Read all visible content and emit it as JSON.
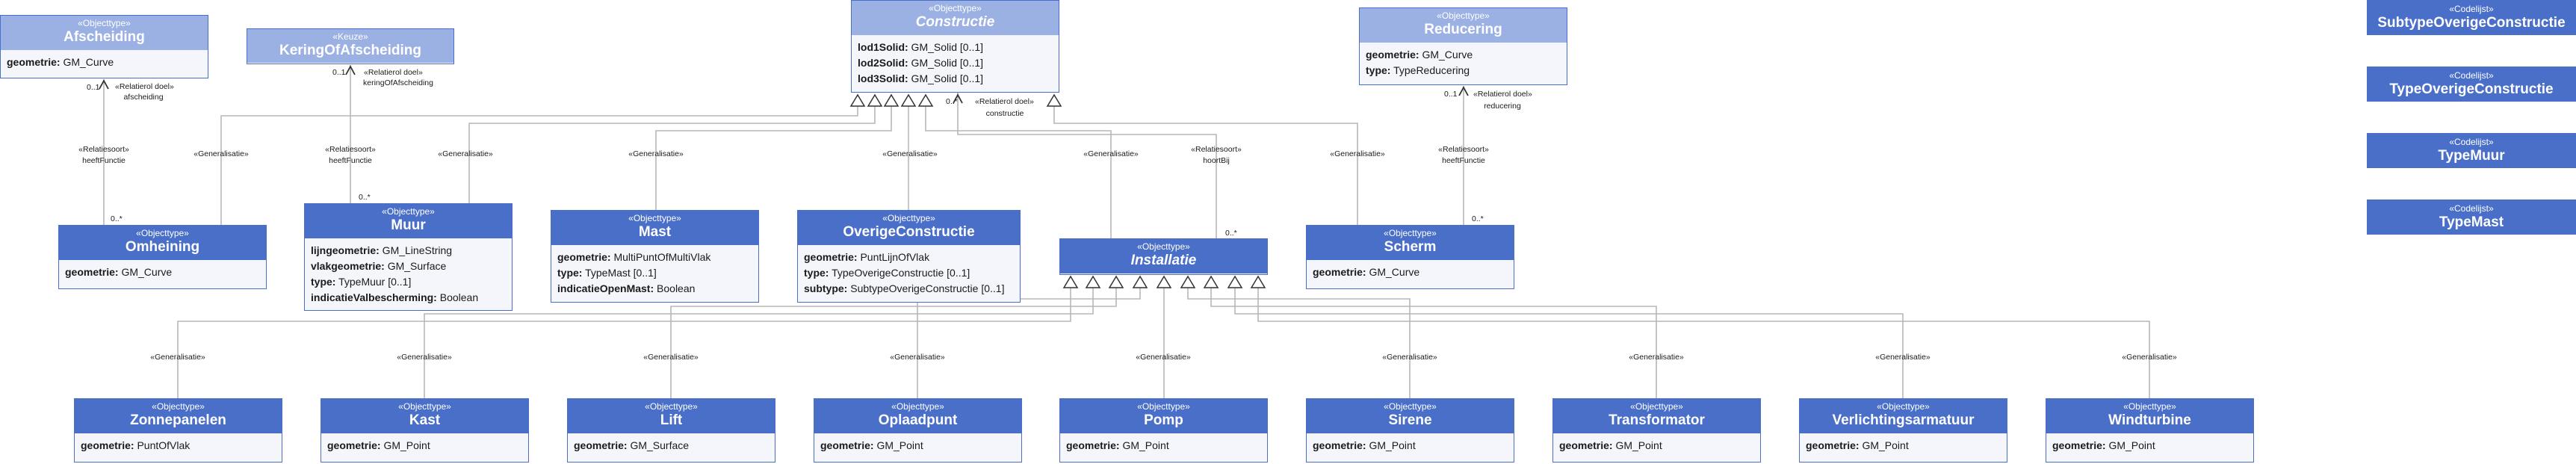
{
  "classes": {
    "afscheiding": {
      "stereotype": "«Objecttype»",
      "name": "Afscheiding",
      "attrs": [
        {
          "n": "geometrie:",
          "t": " GM_Curve"
        }
      ]
    },
    "keringofafscheiding": {
      "stereotype": "«Keuze»",
      "name": "KeringOfAfscheiding"
    },
    "constructie": {
      "stereotype": "«Objecttype»",
      "name": "Constructie",
      "attrs": [
        {
          "n": "lod1Solid:",
          "t": " GM_Solid [0..1]"
        },
        {
          "n": "lod2Solid:",
          "t": " GM_Solid [0..1]"
        },
        {
          "n": "lod3Solid:",
          "t": " GM_Solid [0..1]"
        }
      ]
    },
    "reducering": {
      "stereotype": "«Objecttype»",
      "name": "Reducering",
      "attrs": [
        {
          "n": "geometrie:",
          "t": " GM_Curve"
        },
        {
          "n": "type:",
          "t": " TypeReducering"
        }
      ]
    },
    "omheining": {
      "stereotype": "«Objecttype»",
      "name": "Omheining",
      "attrs": [
        {
          "n": "geometrie:",
          "t": " GM_Curve"
        }
      ]
    },
    "muur": {
      "stereotype": "«Objecttype»",
      "name": "Muur",
      "attrs": [
        {
          "n": "lijngeometrie:",
          "t": " GM_LineString"
        },
        {
          "n": "vlakgeometrie:",
          "t": " GM_Surface"
        },
        {
          "n": "type:",
          "t": " TypeMuur [0..1]"
        },
        {
          "n": "indicatieValbescherming:",
          "t": " Boolean"
        }
      ]
    },
    "mast": {
      "stereotype": "«Objecttype»",
      "name": "Mast",
      "attrs": [
        {
          "n": "geometrie:",
          "t": " MultiPuntOfMultiVlak"
        },
        {
          "n": "type:",
          "t": " TypeMast [0..1]"
        },
        {
          "n": "indicatieOpenMast:",
          "t": " Boolean"
        }
      ]
    },
    "overigeconstructie": {
      "stereotype": "«Objecttype»",
      "name": "OverigeConstructie",
      "attrs": [
        {
          "n": "geometrie:",
          "t": " PuntLijnOfVlak"
        },
        {
          "n": "type:",
          "t": " TypeOverigeConstructie [0..1]"
        },
        {
          "n": "subtype:",
          "t": " SubtypeOverigeConstructie [0..1]"
        }
      ]
    },
    "installatie": {
      "stereotype": "«Objecttype»",
      "name": "Installatie"
    },
    "scherm": {
      "stereotype": "«Objecttype»",
      "name": "Scherm",
      "attrs": [
        {
          "n": "geometrie:",
          "t": " GM_Curve"
        }
      ]
    },
    "zonnepanelen": {
      "stereotype": "«Objecttype»",
      "name": "Zonnepanelen",
      "attrs": [
        {
          "n": "geometrie:",
          "t": " PuntOfVlak"
        }
      ]
    },
    "kast": {
      "stereotype": "«Objecttype»",
      "name": "Kast",
      "attrs": [
        {
          "n": "geometrie:",
          "t": " GM_Point"
        }
      ]
    },
    "lift": {
      "stereotype": "«Objecttype»",
      "name": "Lift",
      "attrs": [
        {
          "n": "geometrie:",
          "t": " GM_Surface"
        }
      ]
    },
    "oplaadpunt": {
      "stereotype": "«Objecttype»",
      "name": "Oplaadpunt",
      "attrs": [
        {
          "n": "geometrie:",
          "t": " GM_Point"
        }
      ]
    },
    "pomp": {
      "stereotype": "«Objecttype»",
      "name": "Pomp",
      "attrs": [
        {
          "n": "geometrie:",
          "t": " GM_Point"
        }
      ]
    },
    "sirene": {
      "stereotype": "«Objecttype»",
      "name": "Sirene",
      "attrs": [
        {
          "n": "geometrie:",
          "t": " GM_Point"
        }
      ]
    },
    "transformator": {
      "stereotype": "«Objecttype»",
      "name": "Transformator",
      "attrs": [
        {
          "n": "geometrie:",
          "t": " GM_Point"
        }
      ]
    },
    "verlichtingsarmatuur": {
      "stereotype": "«Objecttype»",
      "name": "Verlichtingsarmatuur",
      "attrs": [
        {
          "n": "geometrie:",
          "t": " GM_Point"
        }
      ]
    },
    "windturbine": {
      "stereotype": "«Objecttype»",
      "name": "Windturbine",
      "attrs": [
        {
          "n": "geometrie:",
          "t": " GM_Point"
        }
      ]
    }
  },
  "codelists": [
    {
      "stereotype": "«Codelijst»",
      "name": "SubtypeOverigeConstructie"
    },
    {
      "stereotype": "«Codelijst»",
      "name": "TypeOverigeConstructie"
    },
    {
      "stereotype": "«Codelijst»",
      "name": "TypeMuur"
    },
    {
      "stereotype": "«Codelijst»",
      "name": "TypeMast"
    }
  ],
  "labels": {
    "generalisatie": "«Generalisatie»",
    "relatiesoort": "«Relatiesoort»",
    "relatierol_doel": "«Relatierol doel»",
    "heeftfunctie": "heeftFunctie",
    "hoortbij": "hoortBij",
    "afscheiding_role": "afscheiding",
    "kering_role": "keringOfAfscheiding",
    "constructie_role": "constructie",
    "reducering_role": "reducering",
    "mult_01": "0..1",
    "mult_0n": "0..*"
  }
}
